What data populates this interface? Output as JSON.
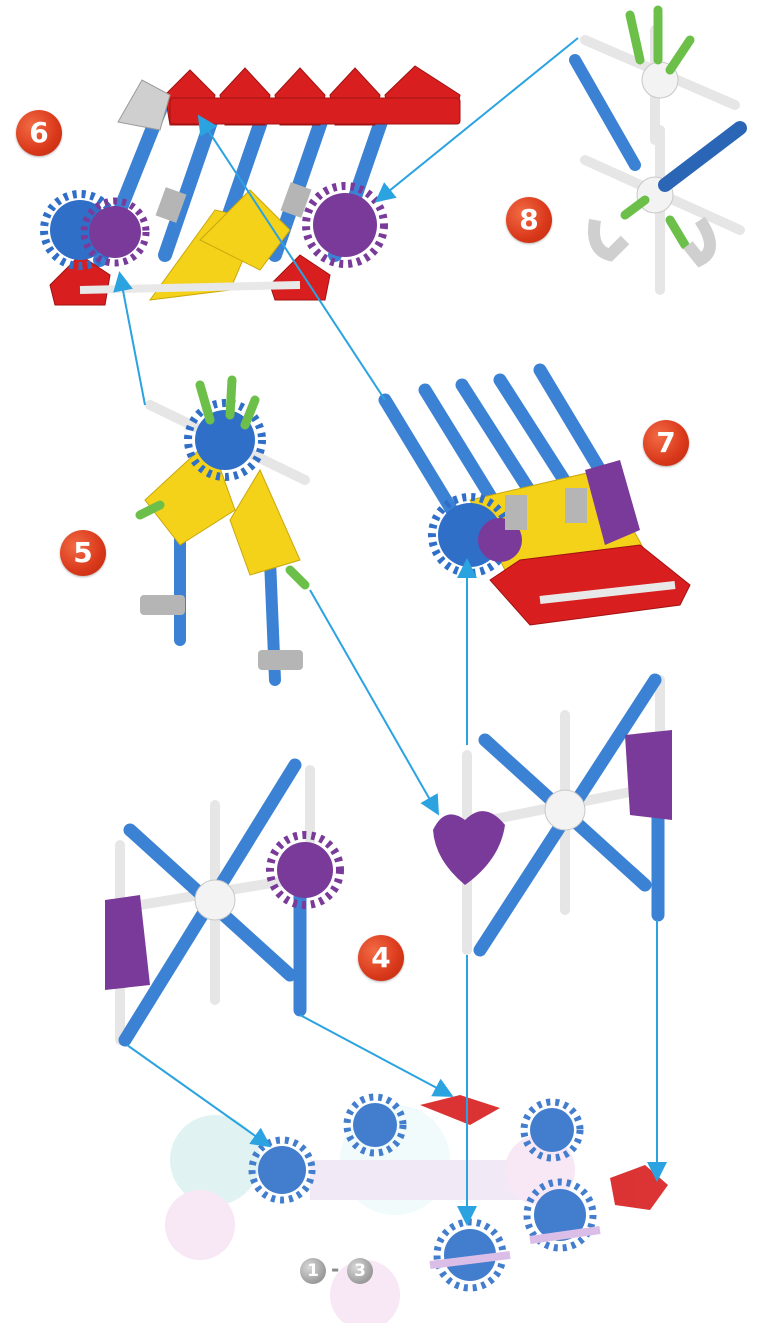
{
  "steps": {
    "s4": "4",
    "s5": "5",
    "s6": "6",
    "s7": "7",
    "s8": "8"
  },
  "range": {
    "start": "1",
    "separator": "-",
    "end": "3"
  },
  "colors": {
    "badge": "#d9381a",
    "arrow": "#2aa3e0",
    "rod_blue": "#3b82d4",
    "connector_red": "#d81e1e",
    "connector_purple": "#7a3a9a",
    "connector_yellow": "#f5d21a",
    "connector_blue": "#2f6fc8",
    "connector_white": "#e6e6e6",
    "connector_grey": "#b5b5b5",
    "rod_green": "#6cc04a"
  }
}
